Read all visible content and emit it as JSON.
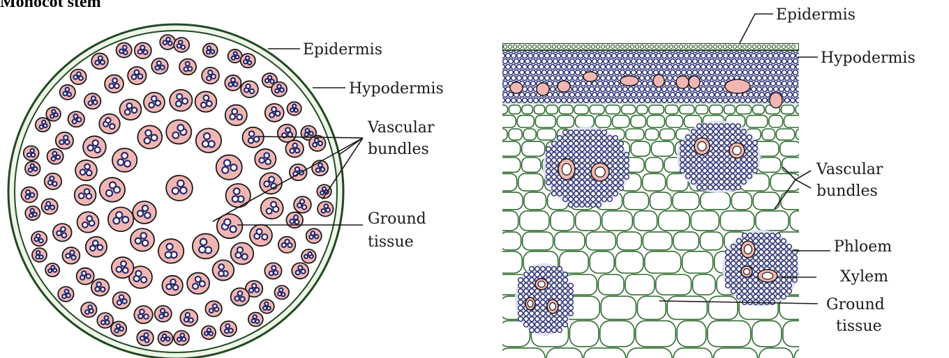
{
  "title": "Monocot stem",
  "colors": {
    "outline": "#1f4a1f",
    "epidermis_fill": "#eef5e8",
    "bundle": "#f2b6b2",
    "phloem": "#24286e",
    "xylem_ring": "#ffffff",
    "cell_wall": "#2f6b2f"
  },
  "left_diagram": {
    "labels": {
      "epidermis": "Epidermis",
      "hypodermis": "Hypodermis",
      "vascular_1": "Vascular",
      "vascular_2": "bundles",
      "ground_1": "Ground",
      "ground_2": "tissue"
    }
  },
  "right_diagram": {
    "labels": {
      "epidermis": "Epidermis",
      "hypodermis": "Hypodermis",
      "vascular_1": "Vascular",
      "vascular_2": "bundles",
      "phloem": "Phloem",
      "xylem": "Xylem",
      "ground_1": "Ground",
      "ground_2": "tissue"
    }
  }
}
